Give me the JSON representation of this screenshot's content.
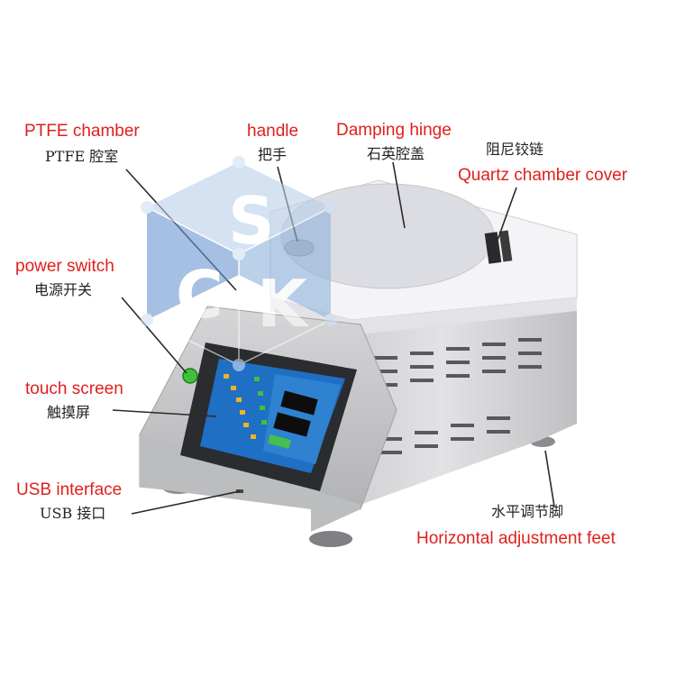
{
  "annotations": [
    {
      "en": "PTFE chamber",
      "zh": "PTFE 腔室"
    },
    {
      "en": "handle",
      "zh": "把手"
    },
    {
      "en": "Damping hinge",
      "zh": "石英腔盖"
    },
    {
      "en": "Quartz chamber cover",
      "zh": "阻尼铰链"
    },
    {
      "en": "power switch",
      "zh": "电源开关"
    },
    {
      "en": "touch screen",
      "zh": "触摸屏"
    },
    {
      "en": "USB interface",
      "zh": "USB 接口"
    },
    {
      "en": "Horizontal adjustment feet",
      "zh": "水平调节脚"
    }
  ],
  "watermark": {
    "letters": [
      "S",
      "C",
      "K"
    ]
  },
  "colors": {
    "label_en": "#e0201c",
    "label_zh": "#222222",
    "screen_blue": "#1f6fc4",
    "switch_green": "#3fc23a"
  }
}
